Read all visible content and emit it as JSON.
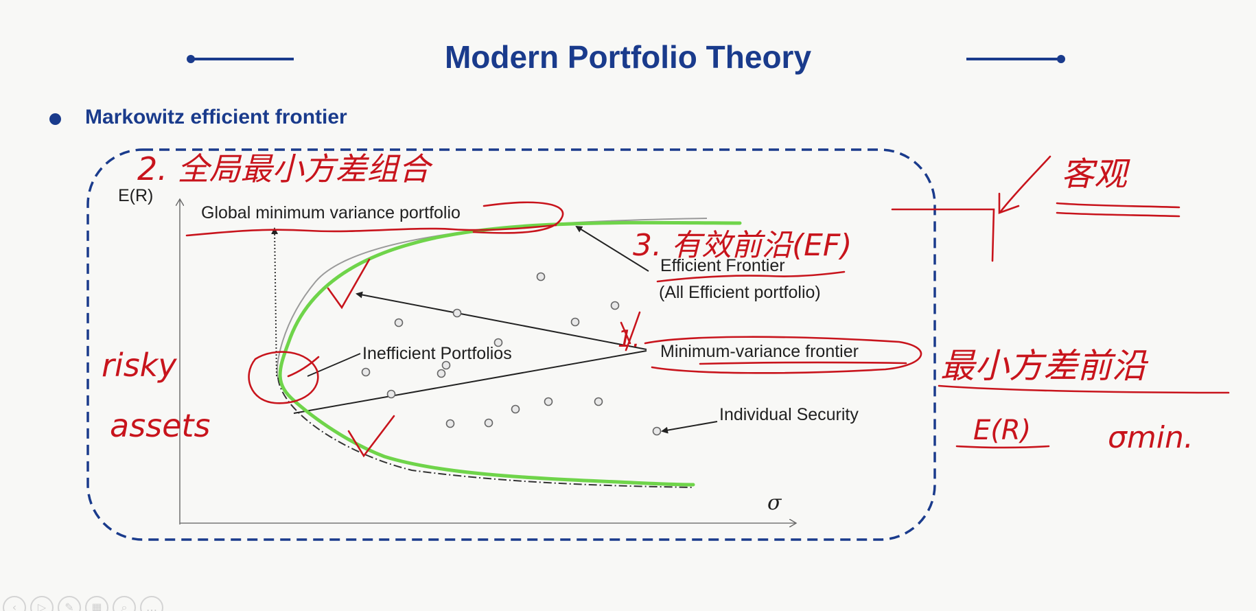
{
  "slide": {
    "title": "Modern Portfolio Theory",
    "bullet": "Markowitz efficient frontier"
  },
  "diagram": {
    "y_axis_label": "E(R)",
    "x_axis_label": "σ",
    "labels": {
      "gmv": "Global minimum variance portfolio",
      "efficient_frontier": "Efficient Frontier",
      "efficient_frontier_sub": "(All Efficient portfolio)",
      "inefficient": "Inefficient Portfolios",
      "min_variance_frontier": "Minimum-variance frontier",
      "individual_security": "Individual Security"
    }
  },
  "annotations": {
    "gmv_cn": "2. 全局最小方差组合",
    "ef_cn": "3. 有效前沿(EF)",
    "objective_cn": "客观",
    "mv_frontier_cn": "最小方差前沿",
    "risky_assets_1": "risky",
    "risky_assets_2": "assets",
    "er_note": "E(R)",
    "sigma_min_note": "σmin.",
    "one_mark": "1.",
    "colors": {
      "handwriting": "#c8141c",
      "frontier_highlight": "#6fd44a",
      "slide_accent": "#1a3b8c"
    }
  },
  "toolbar": {
    "icons": [
      "prev-icon",
      "play-icon",
      "pen-icon",
      "slides-icon",
      "zoom-icon",
      "more-icon"
    ]
  }
}
